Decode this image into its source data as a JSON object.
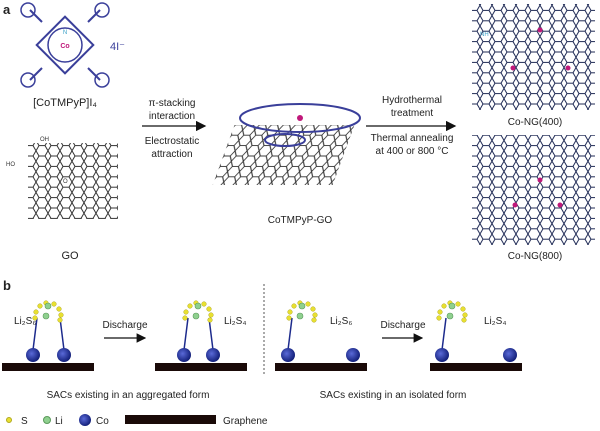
{
  "panel_a": {
    "label": "a",
    "porphyrin": {
      "name": "[CoTMPyP]I₄",
      "counterion": "4I⁻",
      "metal": "Co",
      "nitrogen": "N"
    },
    "go": {
      "name": "GO",
      "groups": [
        "OH",
        "O",
        "HO"
      ]
    },
    "step1": {
      "line1": "π-stacking",
      "line2": "interaction",
      "line3": "Electrostatic",
      "line4": "attraction"
    },
    "composite": {
      "name": "CoTMPyP-GO"
    },
    "step2": {
      "line1": "Hydrothermal",
      "line2": "treatment",
      "line3": "Thermal annealing",
      "line4": "at 400 or 800 °C"
    },
    "product1": {
      "name": "Co-NG(400)",
      "nh": "NH"
    },
    "product2": {
      "name": "Co-NG(800)"
    }
  },
  "panel_b": {
    "label": "b",
    "left": {
      "species_start": "Li₂S₆",
      "arrow_label": "Discharge",
      "species_end": "Li₂S₄",
      "caption": "SACs existing in an aggregated form"
    },
    "right": {
      "species_start": "Li₂S₆",
      "arrow_label": "Discharge",
      "species_end": "Li₂S₄",
      "caption": "SACs existing in an isolated form"
    },
    "legend": {
      "s": "S",
      "li": "Li",
      "co": "Co",
      "graphene": "Graphene"
    }
  },
  "colors": {
    "porphyrin": "#3a3f9a",
    "nitrogen": "#3aa0c8",
    "cobalt": "#c0187a",
    "sulfur": "#e8e030",
    "lithium": "#6cc06c",
    "co_sphere": "#1c2a8c",
    "graphene": "#1a0a08"
  }
}
